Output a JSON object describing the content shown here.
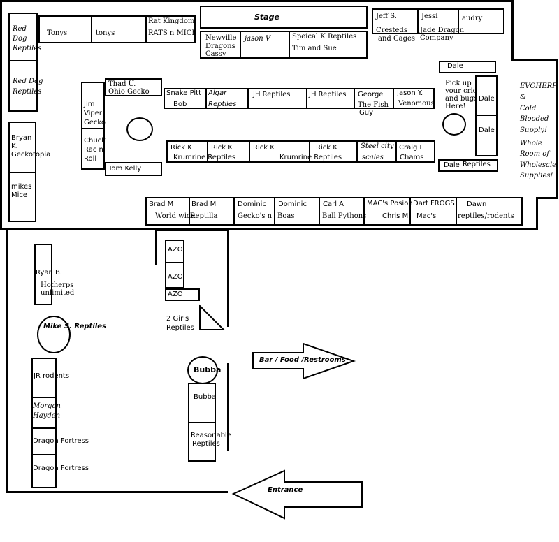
{
  "stage": "Stage",
  "top_row": {
    "tonys1": "Tonys",
    "tonys2": "tonys",
    "rat1": "Rat Kingdom",
    "rat2": "RATS n MICE",
    "newville1": "Newville",
    "newville2": "Dragons",
    "newville3": "Cassy",
    "jasonv": "jason V",
    "speical1": "Speical K Reptiles",
    "speical2": "Tim and Sue",
    "jeff1": "Jeff S.",
    "jeff2": "Cresteds",
    "jeff3": "and Cages",
    "jessi1": "Jessi",
    "jessi2": "Jade Dragon",
    "jessi3": "Company",
    "audry": "audry"
  },
  "left_column": {
    "reddog1a": "Red",
    "reddog1b": "Dog",
    "reddog1c": "Reptiles",
    "reddog2a": "Red Dog",
    "reddog2b": "Reptiles",
    "bryan1": "Bryan",
    "bryan2": "K.",
    "bryan3": "Geckotopia",
    "mikes1": "mikes",
    "mikes2": "Mice"
  },
  "center": {
    "thad1": "Thad U.",
    "thad2": "Ohio Gecko",
    "jim1": "Jim",
    "jim2": "Viper",
    "jim3": "Gecko",
    "chuck1": "Chuck",
    "chuck2": "Rac n",
    "chuck3": "Roll",
    "tomkelly": "Tom Kelly",
    "snake1": "Snake Pitt",
    "snake2": "Bob",
    "algar1": "Algar",
    "algar2": "Reptiles",
    "jh1": "JH Reptiles",
    "jh2": "JH Reptiles",
    "george1": "George",
    "george2": "The Fish",
    "george3": "Guy",
    "jasony1": "Jason Y.",
    "jasony2": "Venomous",
    "rickk1": "Rick K",
    "rickk2": "Rick K",
    "rickk3": "Rick K",
    "rickk4": "Rick K",
    "krum1": "Krumrine Reptiles",
    "krum2": "Krumrine Reptiles",
    "steel1": "Steel city",
    "steel2": "scales",
    "craig1": "Craig L",
    "craig2": "Chams"
  },
  "right_area": {
    "dale_top": "Dale",
    "pickup1": "Pick up",
    "pickup2": "your crickets",
    "pickup3": "and bugs",
    "pickup4": "Here!",
    "dale1": "Dale",
    "dale2": "Dale",
    "dale_reptiles1": "Dale",
    "dale_reptiles2": "Reptiles",
    "evo1": "EVOHERP",
    "evo2": "&",
    "evo3": "Cold",
    "evo4": "Blooded",
    "evo5": "Supply!",
    "evo6": "Whole",
    "evo7": "Room of",
    "evo8": "Wholesale",
    "evo9": "Supplies!"
  },
  "bottom_row": {
    "brad1a": "Brad M",
    "brad1b": "World wide",
    "brad2a": "Brad M",
    "brad2b": "Reptilla",
    "dom1a": "Dominic",
    "dom1b": "Gecko's n",
    "dom2a": "Dominic",
    "dom2b": "Boas",
    "carl1": "Carl A",
    "carl2": "Ball Pythons",
    "mac1": "MAC's Posion",
    "mac2": "Chris M.",
    "dart1": "Dart FROGS",
    "dart2": "Mac's",
    "dawn1": "Dawn",
    "dawn2": "reptiles/rodents"
  },
  "lower_room": {
    "ryan1": "Ryan B.",
    "ryan2": "Hotherps",
    "ryan3": "unlimited",
    "mikes_reptiles": "Mike S. Reptiles",
    "jr": "JR rodents",
    "morgan1": "Morgan",
    "morgan2": "Hayden",
    "dragon1": "Dragon Fortress",
    "dragon2": "Dragon Fortress",
    "azo1": "AZO",
    "azo2": "AZO",
    "azo3": "AZO",
    "twogirls1": "2 Girls",
    "twogirls2": "Reptiles",
    "bubba_circle": "Bubba",
    "bubba": "Bubba",
    "reasonable1": "Reasonable",
    "reasonable2": "Reptiles",
    "bar": "Bar / Food /Restrooms",
    "entrance": "Entrance"
  }
}
